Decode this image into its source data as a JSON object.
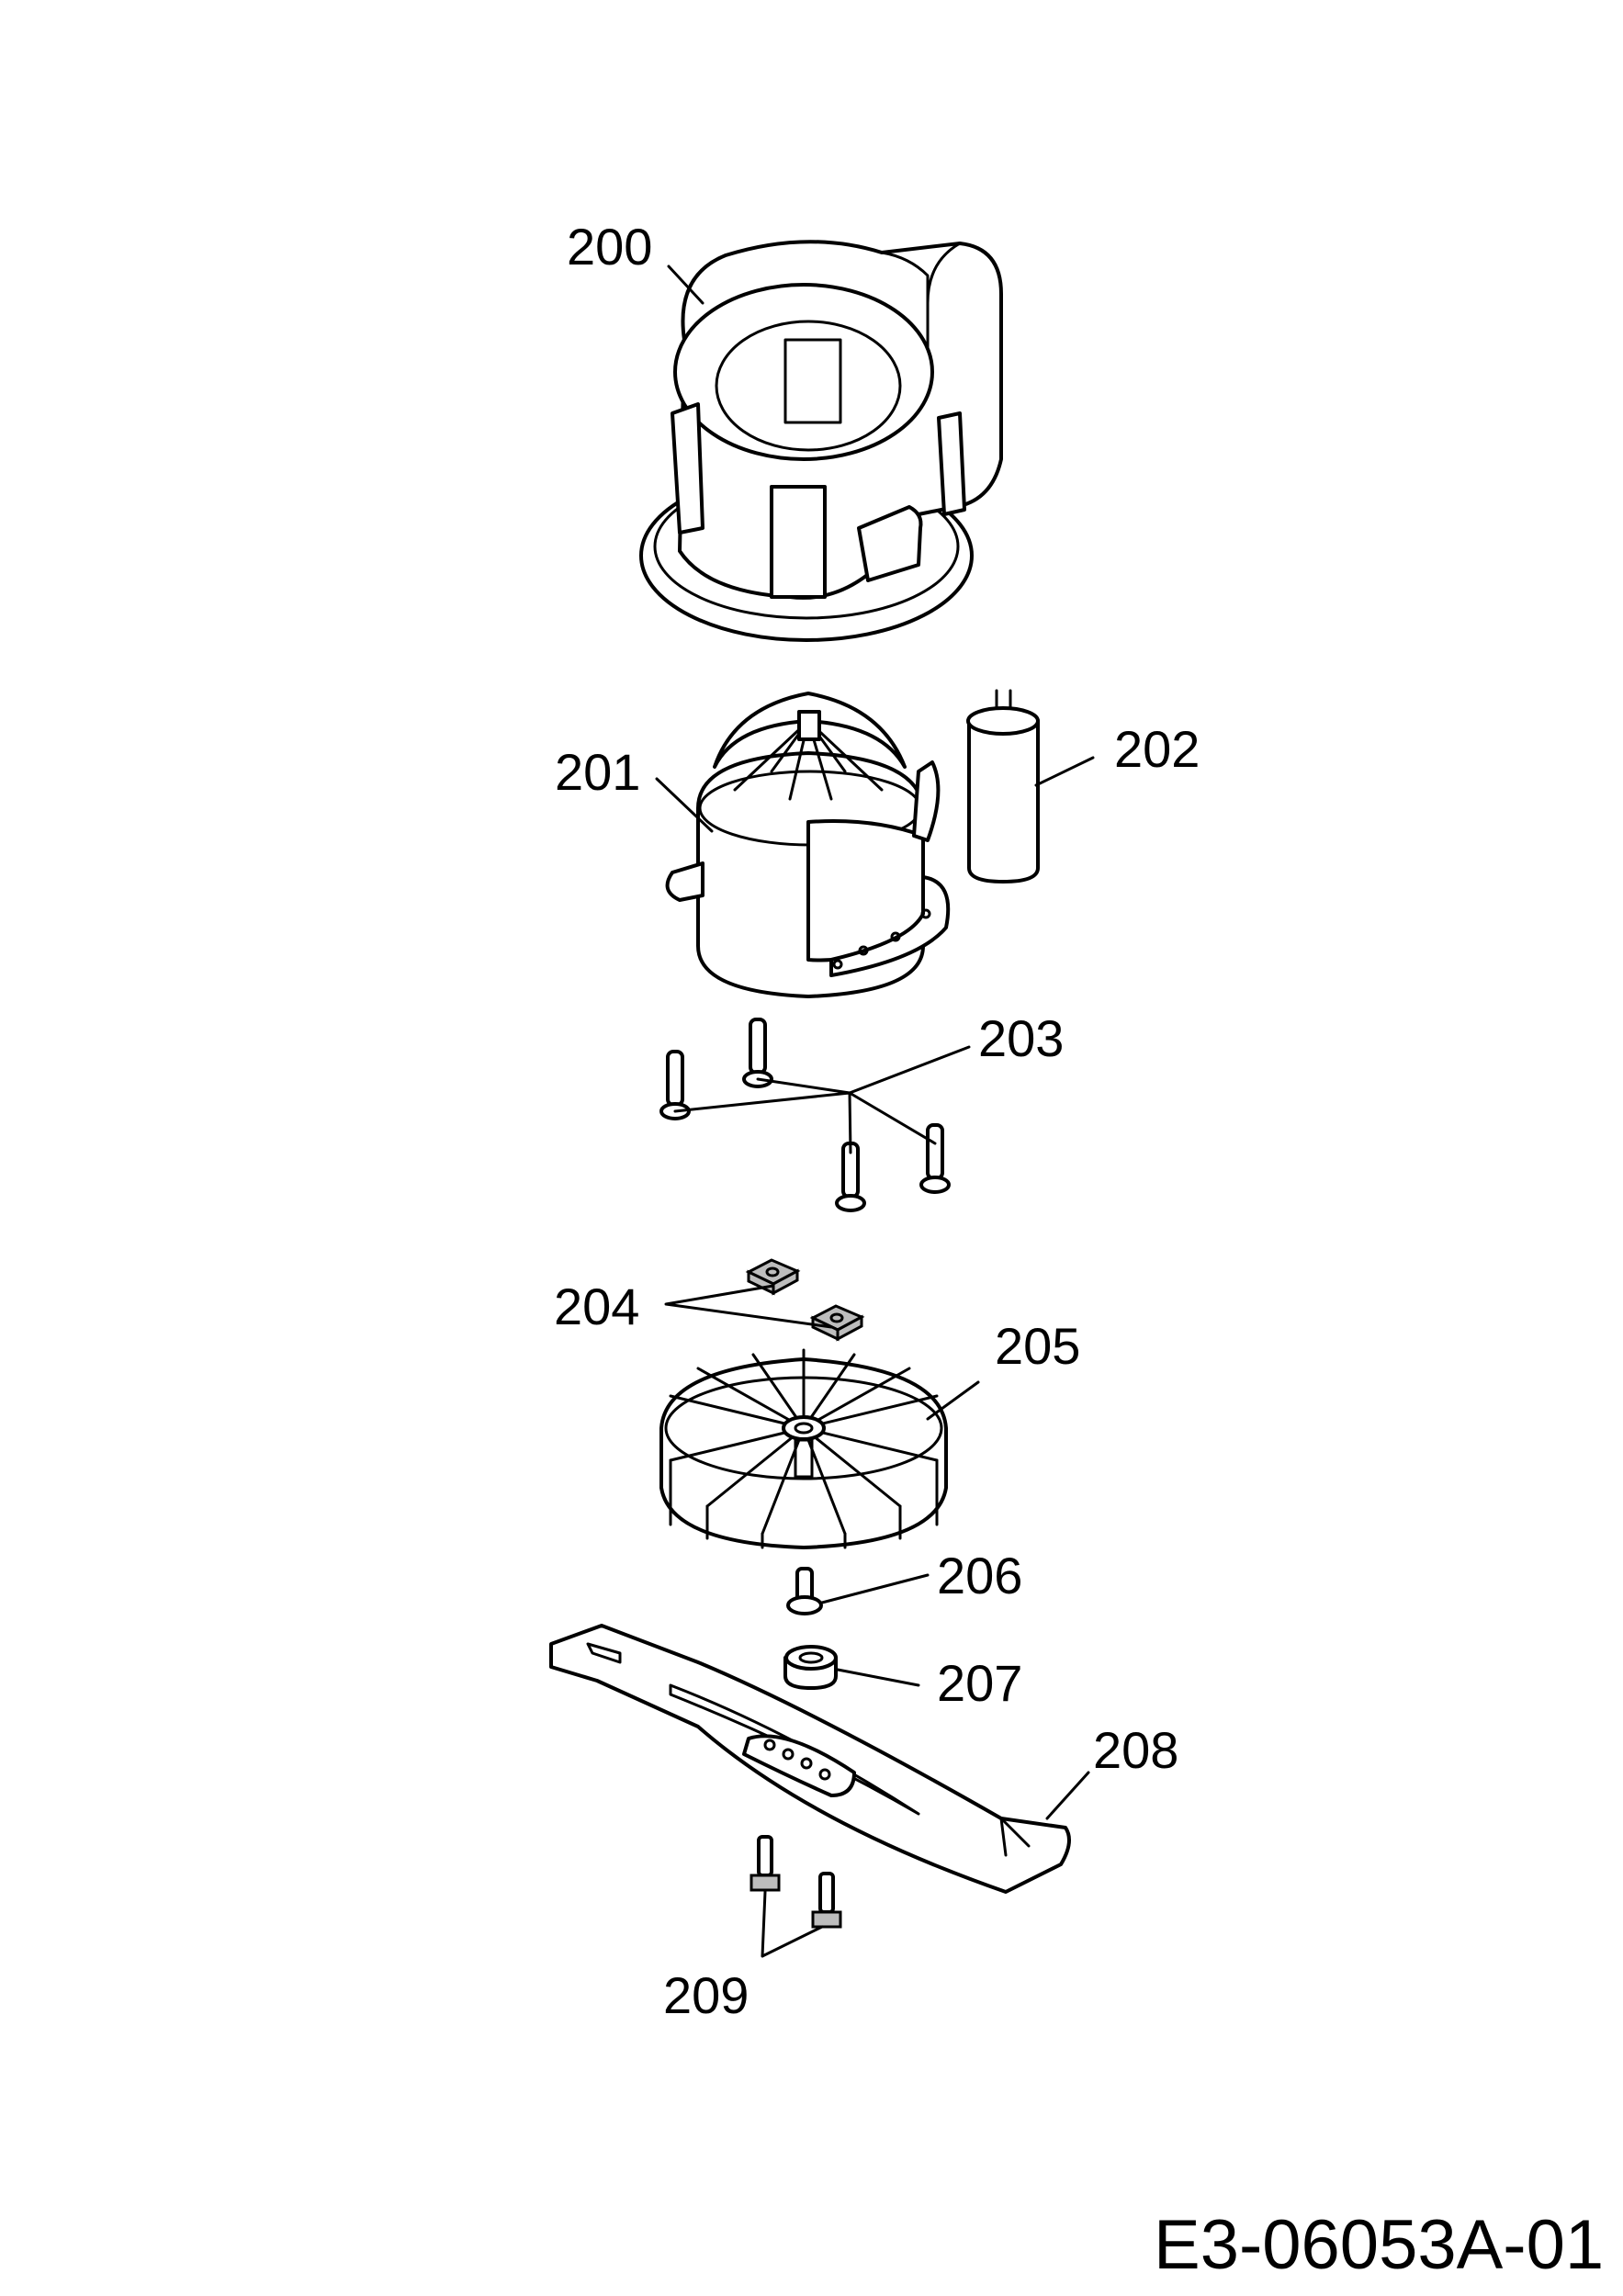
{
  "callouts": [
    {
      "id": "part-200",
      "label": "200"
    },
    {
      "id": "part-201",
      "label": "201"
    },
    {
      "id": "part-202",
      "label": "202"
    },
    {
      "id": "part-203",
      "label": "203"
    },
    {
      "id": "part-204",
      "label": "204"
    },
    {
      "id": "part-205",
      "label": "205"
    },
    {
      "id": "part-206",
      "label": "206"
    },
    {
      "id": "part-207",
      "label": "207"
    },
    {
      "id": "part-208",
      "label": "208"
    },
    {
      "id": "part-209",
      "label": "209"
    }
  ],
  "document_id": "E3-06053A-01",
  "colors": {
    "line": "#000000",
    "background": "#ffffff",
    "shade": "#bdbdbd"
  }
}
